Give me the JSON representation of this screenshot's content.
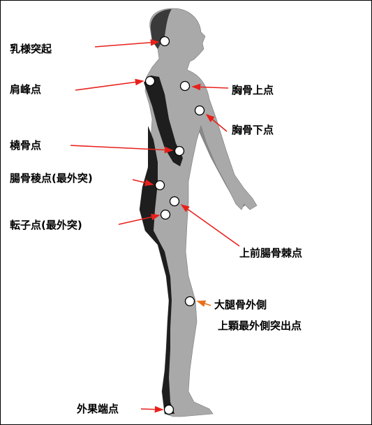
{
  "colors": {
    "red_arrow": "#e8201a",
    "orange_arrow": "#e8701a",
    "body_light": "#a9a9a9",
    "body_dark": "#1e1e1e"
  },
  "labels": {
    "mastoid": "乳様突起",
    "acromion": "肩峰点",
    "radiale": "橈骨点",
    "iliocristale": "腸骨稜点(最外突)",
    "trochanter": "転子点(最外突)",
    "suprasternale": "胸骨上点",
    "substernale": "胸骨下点",
    "asis": "上前腸骨棘点",
    "femur_line1": "大腿骨外側",
    "femur_line2": "上顆最外側突出点",
    "malleolus": "外果端点"
  }
}
